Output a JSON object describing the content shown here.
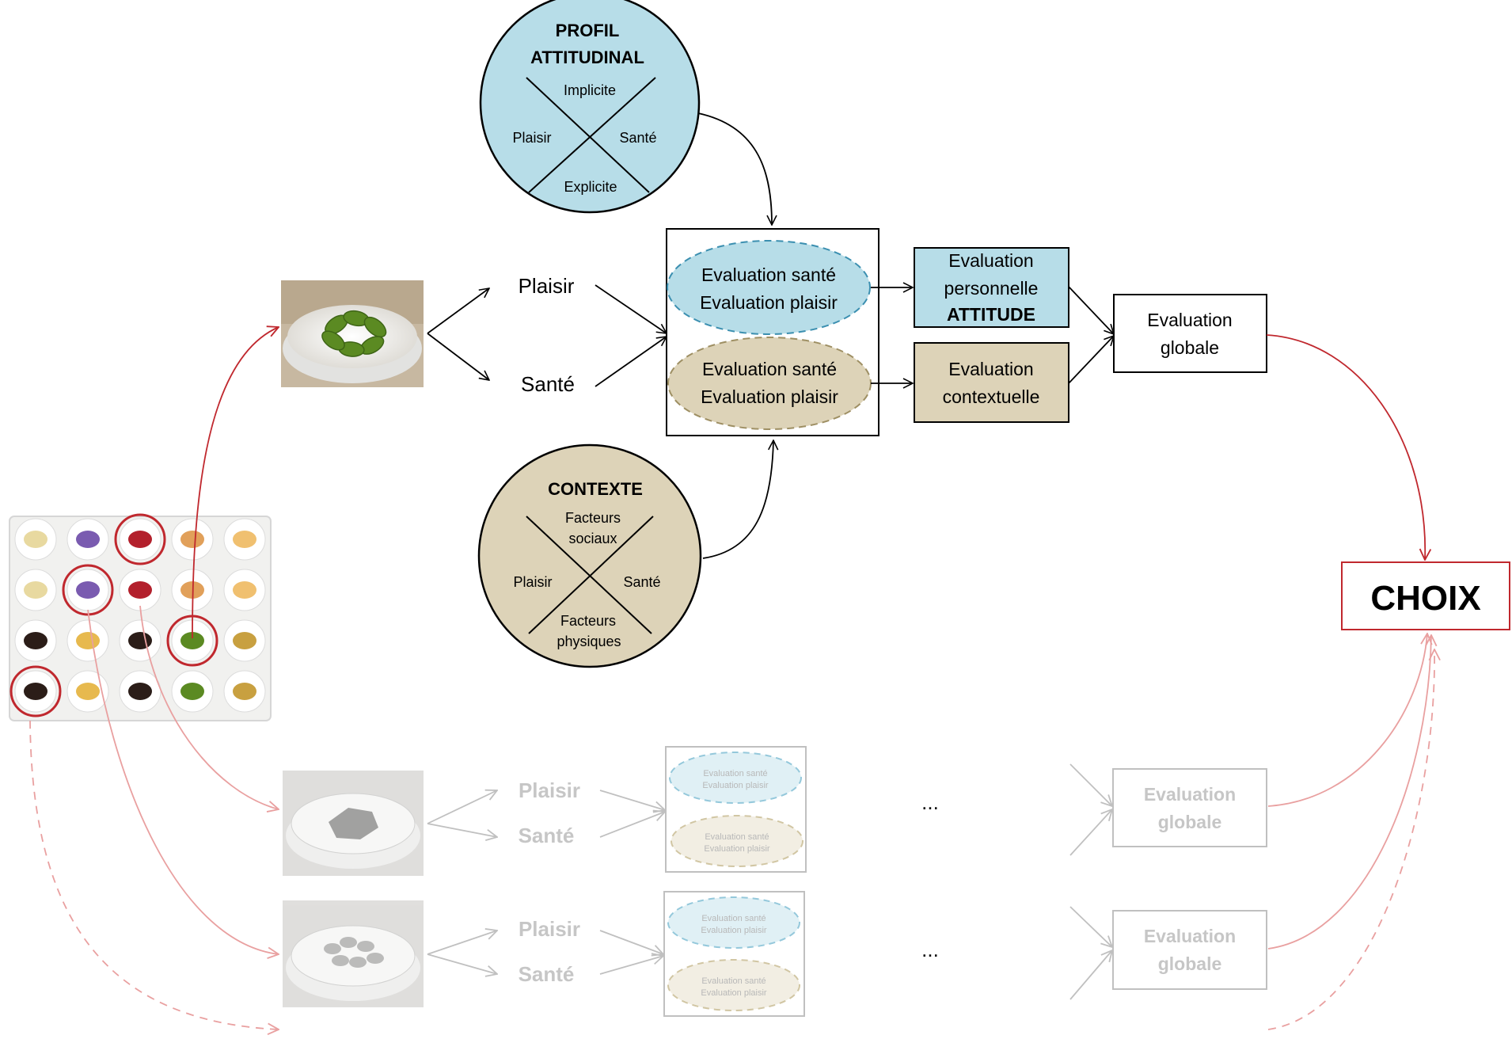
{
  "profil": {
    "title_line1": "PROFIL",
    "title_line2": "ATTITUDINAL",
    "top": "Implicite",
    "bottom": "Explicite",
    "left": "Plaisir",
    "right": "Santé"
  },
  "contexte": {
    "title": "CONTEXTE",
    "top_line1": "Facteurs",
    "top_line2": "sociaux",
    "bottom_line1": "Facteurs",
    "bottom_line2": "physiques",
    "left": "Plaisir",
    "right": "Santé"
  },
  "branch_main": {
    "plaisir": "Plaisir",
    "sante": "Santé"
  },
  "ellipse_blue": {
    "line1": "Evaluation santé",
    "line2": "Evaluation plaisir"
  },
  "ellipse_beige": {
    "line1": "Evaluation santé",
    "line2": "Evaluation plaisir"
  },
  "eval_personnelle": {
    "line1": "Evaluation",
    "line2": "personnelle",
    "line3": "ATTITUDE"
  },
  "eval_contextuelle": {
    "line1": "Evaluation",
    "line2": "contextuelle"
  },
  "eval_globale": {
    "line1": "Evaluation",
    "line2": "globale"
  },
  "choix": "CHOIX",
  "faded_rows": [
    {
      "plaisir": "Plaisir",
      "sante": "Santé",
      "mini_top_line1": "Evaluation santé",
      "mini_top_line2": "Evaluation plaisir",
      "mini_bottom_line1": "Evaluation santé",
      "mini_bottom_line2": "Evaluation plaisir",
      "ellipsis": "...",
      "globale_line1": "Evaluation",
      "globale_line2": "globale"
    },
    {
      "plaisir": "Plaisir",
      "sante": "Santé",
      "mini_top_line1": "Evaluation santé",
      "mini_top_line2": "Evaluation plaisir",
      "mini_bottom_line1": "Evaluation santé",
      "mini_bottom_line2": "Evaluation plaisir",
      "ellipsis": "...",
      "globale_line1": "Evaluation",
      "globale_line2": "globale"
    }
  ],
  "colors": {
    "blue": "#b7dde8",
    "beige": "#ddd3b8",
    "red": "#c0282e",
    "faded_red": "#e9a0a0",
    "faded_gray": "#bdbdbd"
  }
}
